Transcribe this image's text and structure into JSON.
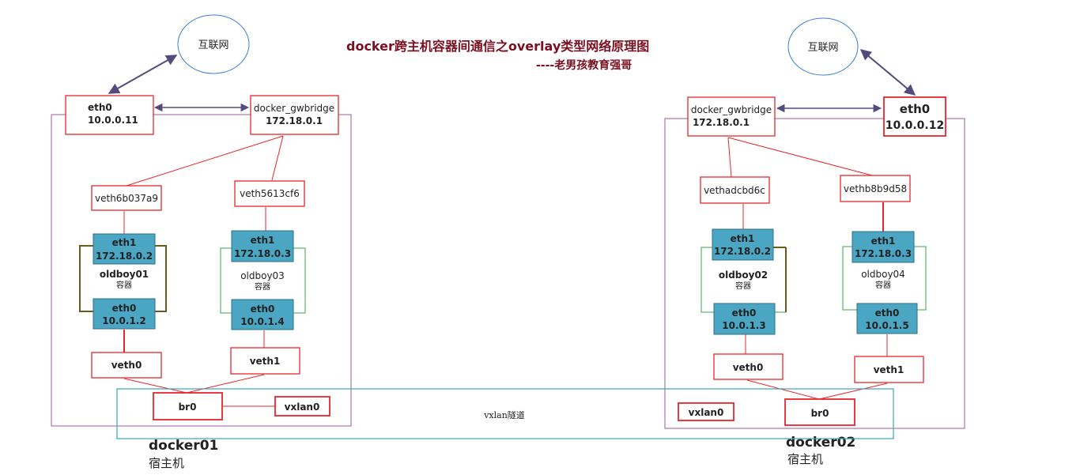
{
  "title": {
    "line1": "docker跨主机容器间通信之overlay类型网络原理图",
    "line2": "----老男孩教育强哥"
  },
  "tunnel": {
    "label": "vxlan隧道"
  },
  "hosts": {
    "left": {
      "name": "docker01",
      "role": "宿主机",
      "internet": "互联网",
      "eth0": {
        "name": "eth0",
        "ip": "10.0.0.11"
      },
      "gwbridge": {
        "name": "docker_gwbridge",
        "ip": "172.18.0.1"
      },
      "veth_a": "veth6b037a9",
      "veth_b": "veth5613cf6",
      "container_a": {
        "name": "oldboy01",
        "label": "容器",
        "eth1": {
          "name": "eth1",
          "ip": "172.18.0.2"
        },
        "eth0": {
          "name": "eth0",
          "ip": "10.0.1.2"
        }
      },
      "container_b": {
        "name": "oldboy03",
        "label": "容器",
        "eth1": {
          "name": "eth1",
          "ip": "172.18.0.3"
        },
        "eth0": {
          "name": "eth0",
          "ip": "10.0.1.4"
        }
      },
      "veth0": "veth0",
      "veth1": "veth1",
      "br0": "br0",
      "vxlan0": "vxlan0"
    },
    "right": {
      "name": "docker02",
      "role": "宿主机",
      "internet": "互联网",
      "eth0": {
        "name": "eth0",
        "ip": "10.0.0.12"
      },
      "gwbridge": {
        "name": "docker_gwbridge",
        "ip": "172.18.0.1"
      },
      "veth_a": "vethadcbd6c",
      "veth_b": "vethb8b9d58",
      "container_a": {
        "name": "oldboy02",
        "label": "容器",
        "eth1": {
          "name": "eth1",
          "ip": "172.18.0.2"
        },
        "eth0": {
          "name": "eth0",
          "ip": "10.0.1.3"
        }
      },
      "container_b": {
        "name": "oldboy04",
        "label": "容器",
        "eth1": {
          "name": "eth1",
          "ip": "172.18.0.3"
        },
        "eth0": {
          "name": "eth0",
          "ip": "10.0.1.5"
        }
      },
      "veth0": "veth0",
      "veth1": "veth1",
      "br0": "br0",
      "vxlan0": "vxlan0"
    }
  },
  "colors": {
    "red_box": "#e8262b",
    "interface_fill": "#4ba6c4",
    "host_frame": "#9a5c9a",
    "tunnel_frame": "#3aa6b8",
    "ellipse": "#3b7fd0",
    "arrow": "#544a7e",
    "title": "#7a1020",
    "olive": "#6b5a1a",
    "green": "#3aa64a"
  }
}
